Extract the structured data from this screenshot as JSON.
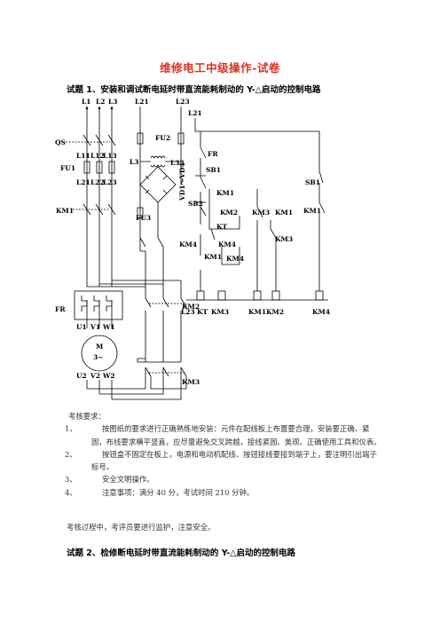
{
  "document": {
    "title": "维修电工中级操作-试卷",
    "question1_title": "试题 1、安装和调试断电延时带直流能耗制动的 Y-△启动的控制电路",
    "question2_title": "试题 2、检修断电延时带直流能耗制动的 Y-△启动的控制电路"
  },
  "diagram": {
    "top_labels": [
      "L1",
      "L2",
      "L3",
      "L21",
      "L23"
    ],
    "right_top_label": "L21",
    "qs": "QS",
    "fuse_labels": [
      "L11",
      "L12",
      "L13"
    ],
    "fu1": "FU1",
    "fuse_out_labels": [
      "L21",
      "L22",
      "L23"
    ],
    "fu2": "FU2",
    "fu3": "FU3",
    "transformer_l": "L3",
    "transformer_r": "L33",
    "diode_label": "VD1～VD4",
    "km1": "KM1",
    "km2": "KM2",
    "km3": "KM3",
    "km4": "KM4",
    "fr": "FR",
    "fr_label": "FR",
    "sb1": "SB1",
    "sb2": "SB2",
    "kt": "KT",
    "motor_top": [
      "U1",
      "V1",
      "W1"
    ],
    "motor_m": "M",
    "motor_3": "3~",
    "motor_bottom": [
      "U2",
      "V2",
      "W2"
    ],
    "coil_labels": [
      "L23",
      "KT",
      "KM3",
      "KM1",
      "KM2",
      "KM4"
    ]
  },
  "requirements": {
    "title": "考核要求：",
    "items": [
      {
        "num": "1、",
        "text": "按图纸的要求进行正确熟练地安装：元件在配线板上布置要合理，安装要正确、紧固，布线要求横平竖直，应尽量避免交叉跨越，接线紧固、美观。正确使用工具和仪表。"
      },
      {
        "num": "2、",
        "text": "按钮盒不固定在板上，电源和电动机配线、按钮接线要接到端子上，要注明引出端子标号。"
      },
      {
        "num": "3、",
        "text": "安全文明操作。"
      },
      {
        "num": "4、",
        "text": "注意事项：满分 40 分，考试时间 210 分钟。"
      }
    ]
  },
  "note": "考核过程中，考评员要进行监护，注意安全。"
}
